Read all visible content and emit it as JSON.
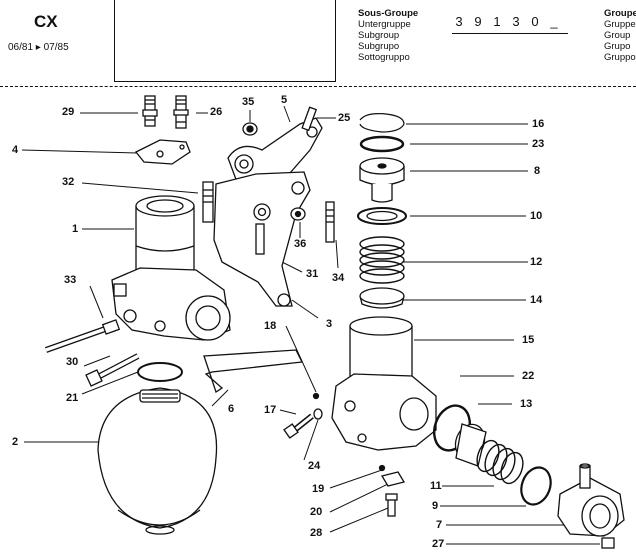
{
  "header": {
    "model": "CX",
    "dates": "06/81 ▸ 07/85",
    "subgroup_labels": [
      "Sous-Groupe",
      "Untergruppe",
      "Subgroup",
      "Subgrupo",
      "Sottogruppo"
    ],
    "group_labels": [
      "Groupe",
      "Gruppe",
      "Group",
      "Grupo",
      "Gruppo"
    ],
    "code_digits": [
      "3",
      "9",
      "1",
      "3",
      "0",
      "_"
    ]
  },
  "callouts": [
    {
      "id": "29",
      "text": "29"
    },
    {
      "id": "26",
      "text": "26"
    },
    {
      "id": "35",
      "text": "35"
    },
    {
      "id": "5",
      "text": "5"
    },
    {
      "id": "25",
      "text": "25"
    },
    {
      "id": "16",
      "text": "16"
    },
    {
      "id": "4",
      "text": "4"
    },
    {
      "id": "23",
      "text": "23"
    },
    {
      "id": "8",
      "text": "8"
    },
    {
      "id": "32",
      "text": "32"
    },
    {
      "id": "10",
      "text": "10"
    },
    {
      "id": "1",
      "text": "1"
    },
    {
      "id": "36",
      "text": "36"
    },
    {
      "id": "12",
      "text": "12"
    },
    {
      "id": "31",
      "text": "31"
    },
    {
      "id": "34",
      "text": "34"
    },
    {
      "id": "33",
      "text": "33"
    },
    {
      "id": "14",
      "text": "14"
    },
    {
      "id": "3",
      "text": "3"
    },
    {
      "id": "18",
      "text": "18"
    },
    {
      "id": "15",
      "text": "15"
    },
    {
      "id": "30",
      "text": "30"
    },
    {
      "id": "22",
      "text": "22"
    },
    {
      "id": "21",
      "text": "21"
    },
    {
      "id": "6",
      "text": "6"
    },
    {
      "id": "13",
      "text": "13"
    },
    {
      "id": "17",
      "text": "17"
    },
    {
      "id": "2",
      "text": "2"
    },
    {
      "id": "24",
      "text": "24"
    },
    {
      "id": "11",
      "text": "11"
    },
    {
      "id": "19",
      "text": "19"
    },
    {
      "id": "9",
      "text": "9"
    },
    {
      "id": "20",
      "text": "20"
    },
    {
      "id": "7",
      "text": "7"
    },
    {
      "id": "28",
      "text": "28"
    },
    {
      "id": "27",
      "text": "27"
    }
  ]
}
